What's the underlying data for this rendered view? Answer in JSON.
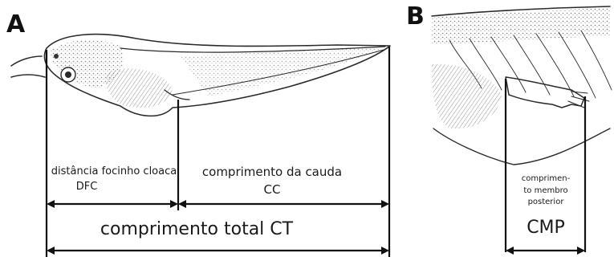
{
  "panels": {
    "a": {
      "letter": "A"
    },
    "b": {
      "letter": "B"
    }
  },
  "labels": {
    "dfc_line1": "distância focinho cloaca",
    "dfc_line2": "DFC",
    "cc_line1": "comprimento da cauda",
    "cc_line2": "CC",
    "ct": "comprimento total CT",
    "cmp_line1": "comprimen-",
    "cmp_line2": "to membro",
    "cmp_line3": "posterior",
    "cmp_abbr": "CMP"
  },
  "colors": {
    "ink": "#2a2a2a",
    "background": "#ffffff",
    "shade": "#9a9a9a"
  }
}
